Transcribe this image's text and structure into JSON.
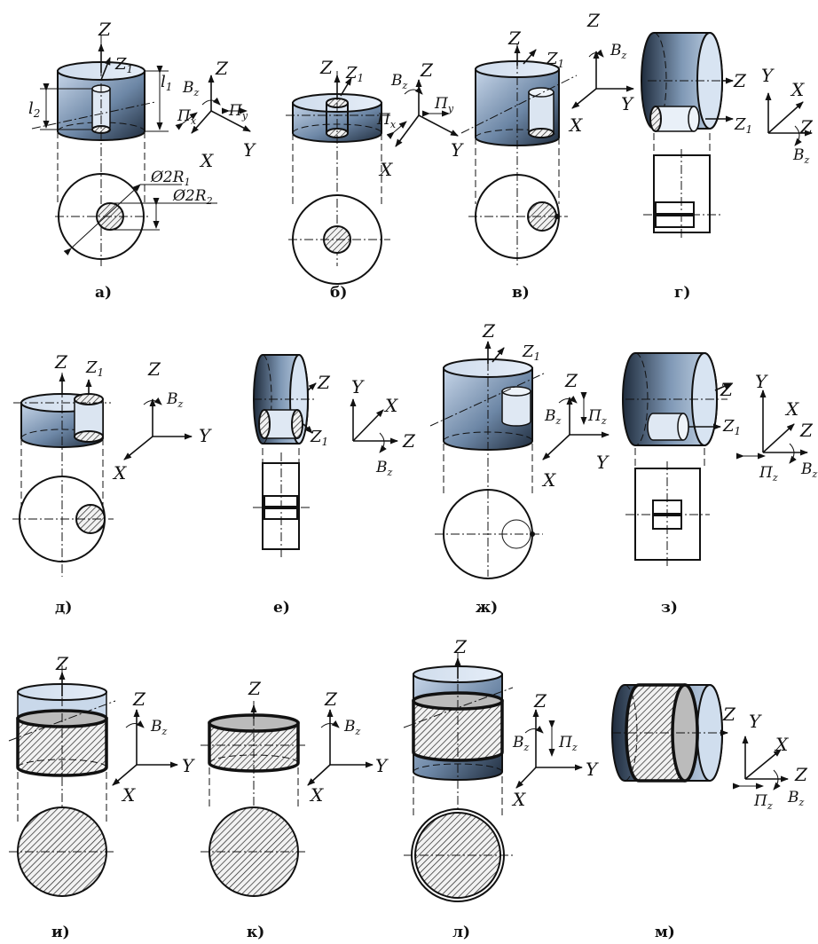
{
  "captions": [
    "а)",
    "б)",
    "в)",
    "г)",
    "д)",
    "е)",
    "ж)",
    "з)",
    "и)",
    "к)",
    "л)",
    "м)"
  ],
  "labels": {
    "Z": "Z",
    "Z1": "Z",
    "sub1": "1",
    "X": "X",
    "Y": "Y",
    "Bz": "B",
    "Bz_sub": "z",
    "Px": "П",
    "Px_sub": "x",
    "Py": "П",
    "Py_sub": "y",
    "Pz": "П",
    "Pz_sub": "z",
    "l1": "l",
    "l1_sub": "1",
    "l2": "l",
    "l2_sub": "2",
    "d1": "Ø2R",
    "d1_sub": "1",
    "d2": "Ø2R",
    "d2_sub": "2"
  },
  "colors": {
    "cylinder_dark": "#1f2c3d",
    "cylinder_light": "#c9d8ea",
    "top_face": "#d9e6f4",
    "hatch": "#222222"
  }
}
